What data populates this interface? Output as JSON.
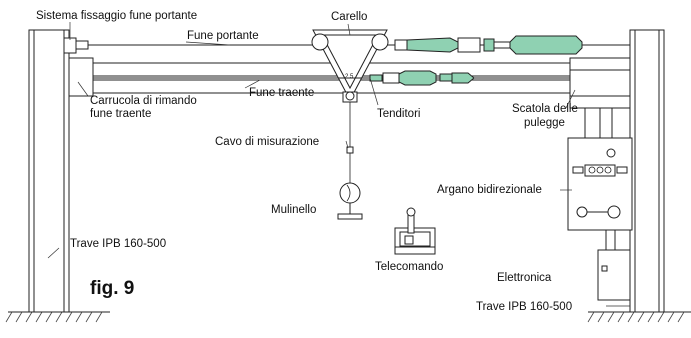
{
  "labels": {
    "sistema_fissaggio": "Sistema fissaggio fune portante",
    "carello": "Carello",
    "fune_portante": "Fune portante",
    "carrucola_line1": "Carrucola di rimando",
    "carrucola_line2": "fune traente",
    "fune_traente": "Fune traente",
    "tenditori": "Tenditori",
    "scatola_line1": "Scatola delle",
    "scatola_line2": "pulegge",
    "cavo_misurazione": "Cavo di misurazione",
    "argano": "Argano bidirezionale",
    "mulinello": "Mulinello",
    "telecomando": "Telecomando",
    "trave_left": "Trave IPB 160-500",
    "trave_right": "Trave IPB 160-500",
    "elettronica": "Elettronica",
    "figure": "fig. 9"
  }
}
